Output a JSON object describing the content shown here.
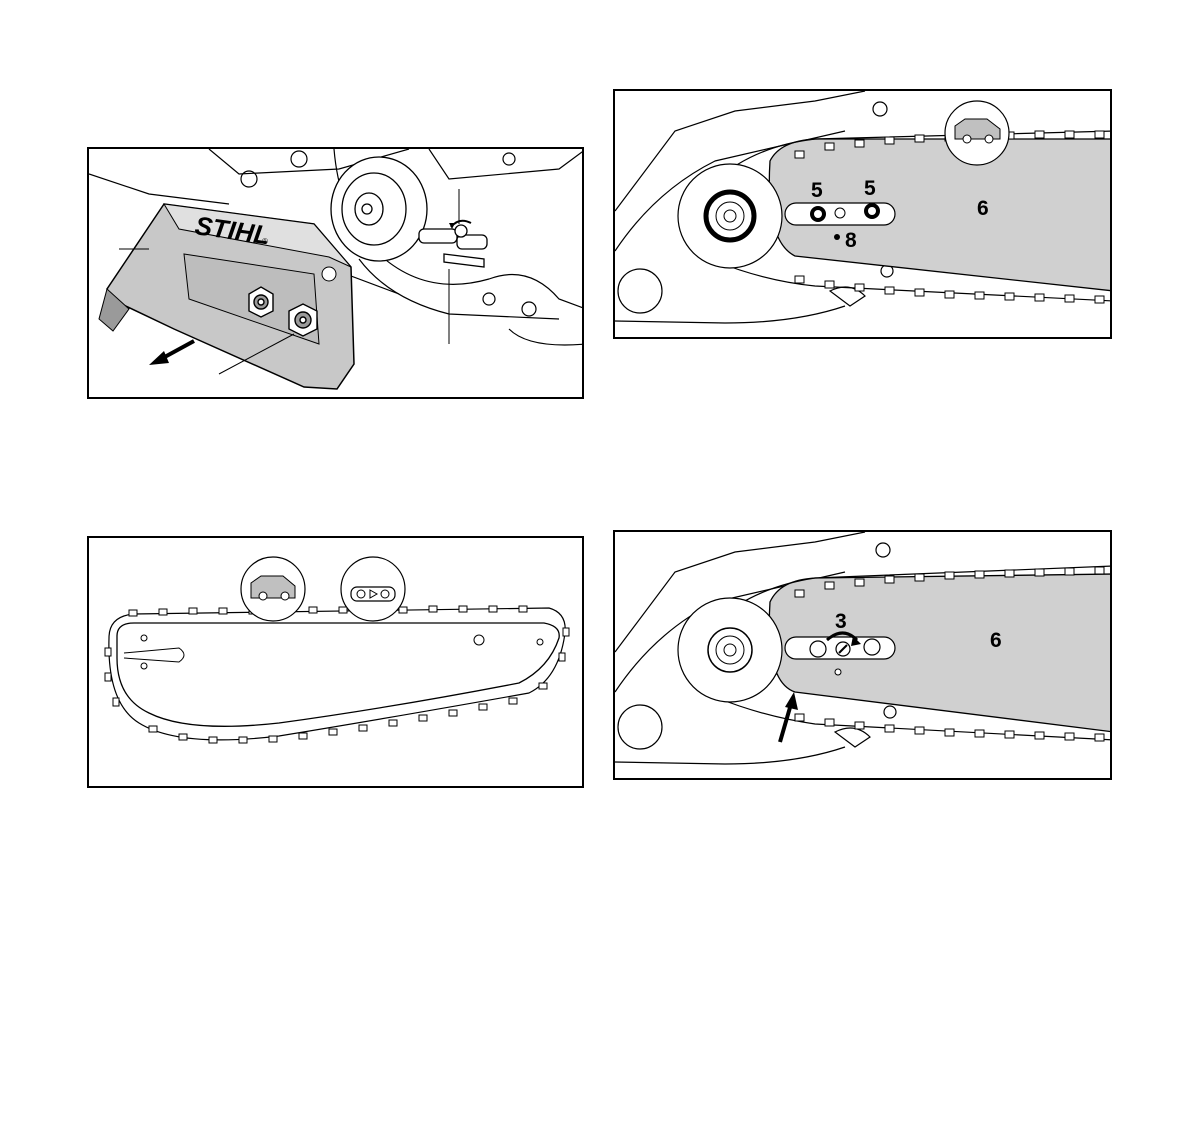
{
  "figures": [
    {
      "id": "fig-sprocket-cover",
      "brand": "STIHL",
      "reg": "®"
    },
    {
      "id": "fig-bar-mounted",
      "labels": {
        "nut_a": "5",
        "nut_b": "5",
        "bar": "6",
        "oil_hole": "8"
      }
    },
    {
      "id": "fig-bar-and-chain"
    },
    {
      "id": "fig-chain-tension",
      "labels": {
        "screw": "3",
        "bar": "6"
      }
    }
  ]
}
